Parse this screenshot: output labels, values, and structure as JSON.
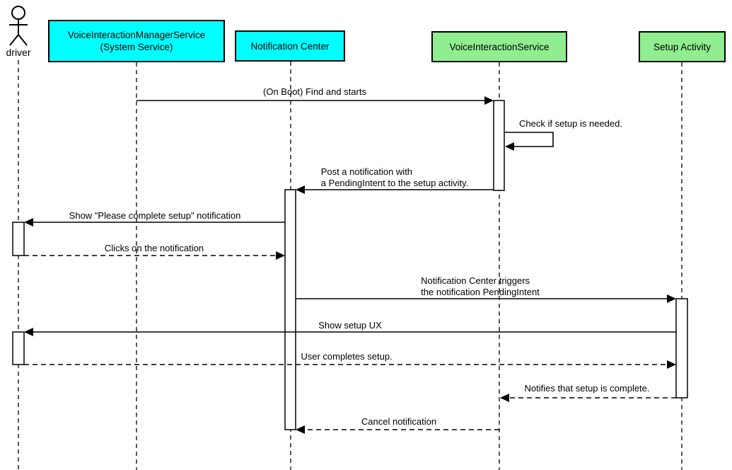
{
  "diagram_type": "uml-sequence-diagram",
  "colors": {
    "system_participant_fill": "#00FFFF",
    "app_participant_fill": "#90EE90",
    "line_color": "#000000",
    "background": "#FFFFFF",
    "activation_fill": "#FFFFFF"
  },
  "participants": [
    {
      "id": "driver",
      "type": "actor",
      "label": "driver"
    },
    {
      "id": "voice-interaction-manager-service",
      "type": "participant",
      "fill": "#00FFFF",
      "label": "VoiceInteractionManagerService\n(System Service)"
    },
    {
      "id": "notification-center",
      "type": "participant",
      "fill": "#00FFFF",
      "label": "Notification Center"
    },
    {
      "id": "voice-interaction-service",
      "type": "participant",
      "fill": "#90EE90",
      "label": "VoiceInteractionService"
    },
    {
      "id": "setup-activity",
      "type": "participant",
      "fill": "#90EE90",
      "label": "Setup Activity"
    }
  ],
  "messages": [
    {
      "from": "VoiceInteractionManagerService (System Service)",
      "to": "VoiceInteractionService",
      "line": "solid",
      "label": "(On Boot) Find and starts"
    },
    {
      "from": "VoiceInteractionService",
      "to": "VoiceInteractionService",
      "line": "solid",
      "self_message": true,
      "label": "Check if setup is needed."
    },
    {
      "from": "VoiceInteractionService",
      "to": "Notification Center",
      "line": "solid",
      "label": "Post a notification with\na PendingIntent to the setup activity."
    },
    {
      "from": "Notification Center",
      "to": "driver",
      "line": "solid",
      "label": "Show \"Please complete setup\" notification"
    },
    {
      "from": "driver",
      "to": "Notification Center",
      "line": "dashed",
      "label": "Clicks on the notification"
    },
    {
      "from": "Notification Center",
      "to": "Setup Activity",
      "line": "solid",
      "label": "Notification Center triggers\nthe notification PendingIntent"
    },
    {
      "from": "Setup Activity",
      "to": "driver",
      "line": "solid",
      "label": "Show setup UX"
    },
    {
      "from": "driver",
      "to": "Setup Activity",
      "line": "dashed",
      "label": "User completes setup."
    },
    {
      "from": "Setup Activity",
      "to": "VoiceInteractionService",
      "line": "dashed",
      "label": "Notifies that setup is complete."
    },
    {
      "from": "VoiceInteractionService",
      "to": "Notification Center",
      "line": "dashed",
      "label": "Cancel notification"
    }
  ]
}
